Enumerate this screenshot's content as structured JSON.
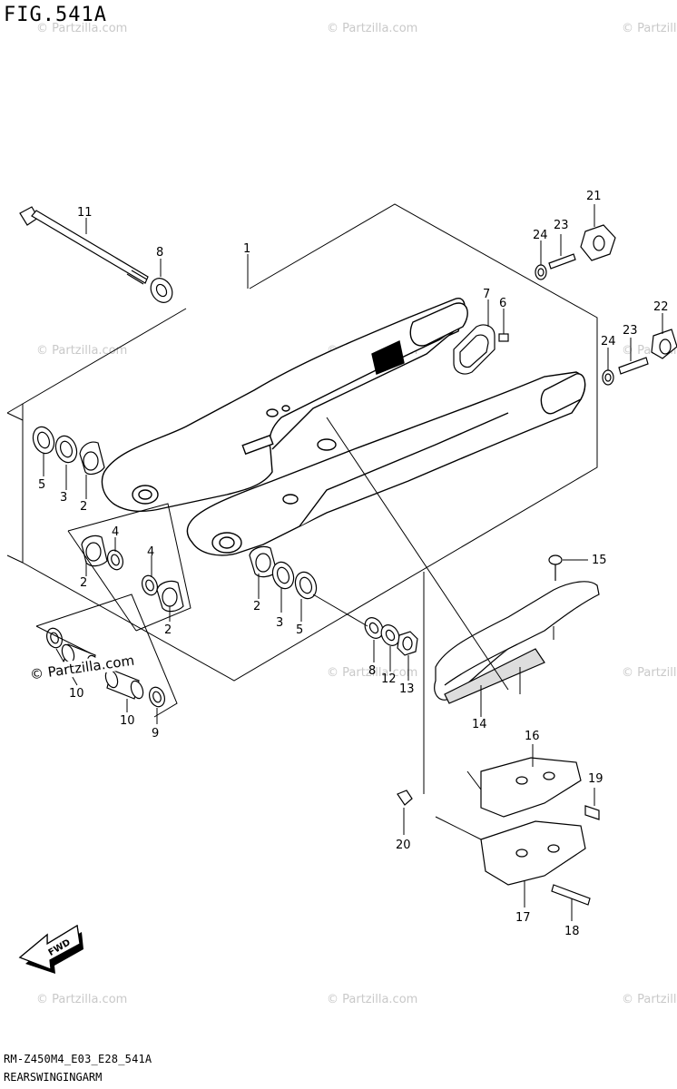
{
  "figure": {
    "title": "FIG.541A",
    "code": "RM-Z450M4_E03_E28_541A",
    "name": "REARSWINGINGARM",
    "copyright": "© Partzilla.com",
    "watermark": "© Partzilla.com"
  },
  "callouts": [
    "1",
    "2",
    "2",
    "2",
    "2",
    "3",
    "3",
    "4",
    "4",
    "5",
    "5",
    "6",
    "7",
    "8",
    "8",
    "9",
    "10",
    "10",
    "11",
    "12",
    "13",
    "14",
    "15",
    "16",
    "17",
    "18",
    "19",
    "20",
    "21",
    "22",
    "23",
    "23",
    "24",
    "24"
  ],
  "fwd_label": "FWD"
}
